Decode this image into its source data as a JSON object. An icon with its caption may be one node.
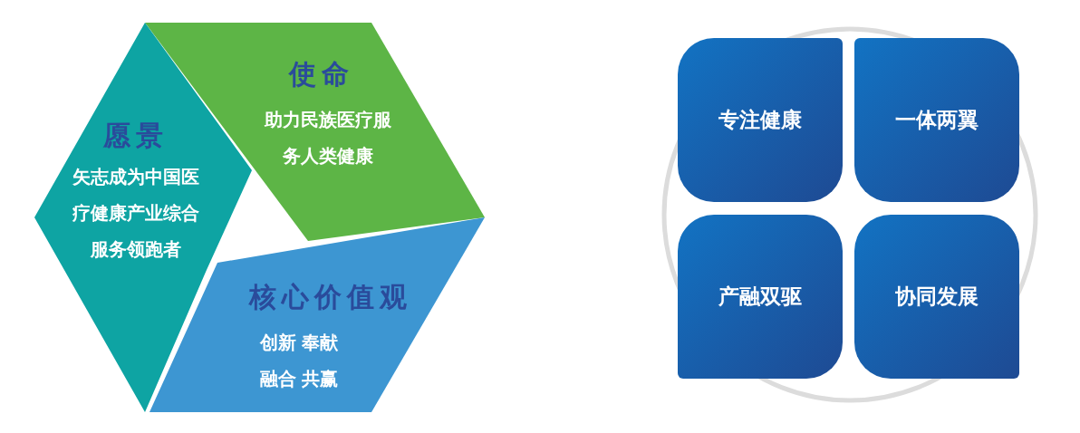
{
  "diagram": {
    "nodes": [
      {
        "text": [
          "使命",
          "助力民族医疗服务人类健康"
        ]
      },
      {
        "text": [
          "愿景",
          "矢志成为中国医疗健康产业综合服务领跑者"
        ]
      },
      {
        "text": [
          "核心价值观",
          "创新 奉献融合 共赢"
        ]
      },
      {
        "text": [
          "专注健康"
        ]
      },
      {
        "text": [
          "一体两翼"
        ]
      },
      {
        "text": [
          "产融双驱"
        ]
      },
      {
        "text": [
          "协同发展"
        ]
      }
    ],
    "edges": []
  }
}
